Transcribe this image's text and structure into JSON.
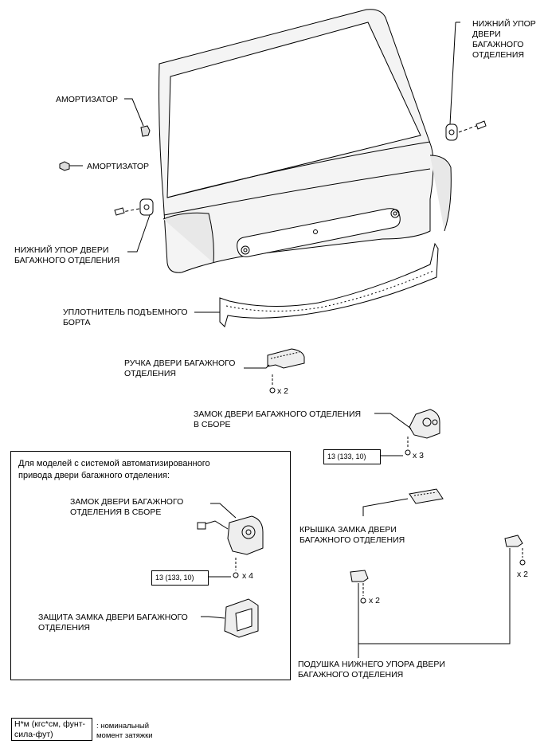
{
  "labels": {
    "lower_stop_right": "НИЖНИЙ УПОР\nДВЕРИ\nБАГАЖНОГО\nОТДЕЛЕНИЯ",
    "damper_1": "АМОРТИЗАТОР",
    "damper_2": "АМОРТИЗАТОР",
    "lower_stop_left": "НИЖНИЙ УПОР ДВЕРИ\nБАГАЖНОГО ОТДЕЛЕНИЯ",
    "weatherstrip": "УПЛОТНИТЕЛЬ ПОДЪЕМНОГО\nБОРТА",
    "handle": "РУЧКА ДВЕРИ БАГАЖНОГО\nОТДЕЛЕНИЯ",
    "handle_qty": "x 2",
    "lock_assy": "ЗАМОК ДВЕРИ БАГАЖНОГО ОТДЕЛЕНИЯ\nВ СБОРЕ",
    "lock_torque": "13 (133, 10)",
    "lock_qty": "x 3",
    "lock_cover": "КРЫШКА ЗАМКА ДВЕРИ\nБАГАЖНОГО ОТДЕЛЕНИЯ",
    "cushion_qty_left": "x 2",
    "cushion_qty_right": "x 2",
    "cushion": "ПОДУШКА НИЖНЕГО УПОРА ДВЕРИ\nБАГАЖНОГО ОТДЕЛЕНИЯ"
  },
  "inset": {
    "title": "Для моделей с системой автоматизированного\nпривода двери багажного отделения:",
    "lock_assy": "ЗАМОК ДВЕРИ БАГАЖНОГО\nОТДЕЛЕНИЯ В СБОРЕ",
    "torque": "13 (133, 10)",
    "qty": "x 4",
    "protector": "ЗАЩИТА ЗАМКА ДВЕРИ БАГАЖНОГО\nОТДЕЛЕНИЯ"
  },
  "legend": {
    "unit": "Н*м (кгс*см, фунт-\nсила-фут)",
    "description": ": номинальный\nмомент затяжки"
  }
}
